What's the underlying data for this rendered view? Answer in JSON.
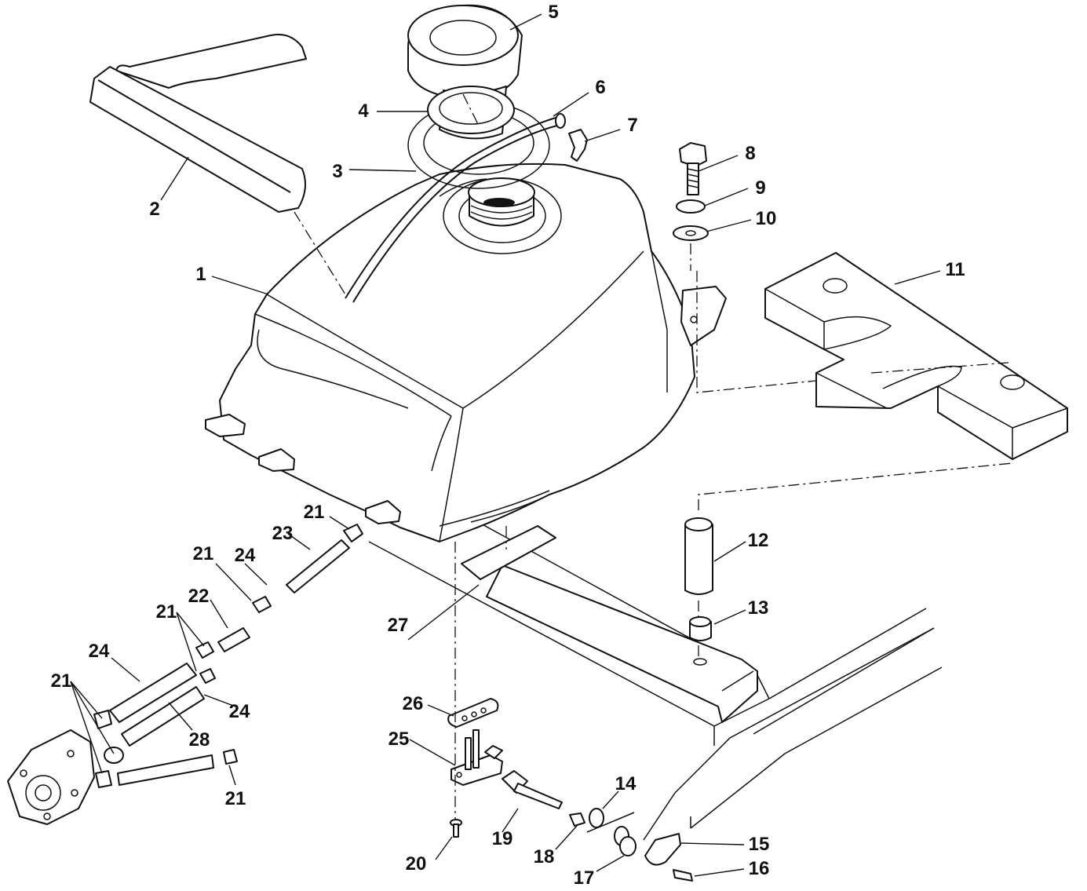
{
  "diagram": {
    "callouts": [
      {
        "id": "c1",
        "text": "1"
      },
      {
        "id": "c2",
        "text": "2"
      },
      {
        "id": "c3",
        "text": "3"
      },
      {
        "id": "c4",
        "text": "4"
      },
      {
        "id": "c5",
        "text": "5"
      },
      {
        "id": "c6",
        "text": "6"
      },
      {
        "id": "c7",
        "text": "7"
      },
      {
        "id": "c8",
        "text": "8"
      },
      {
        "id": "c9",
        "text": "9"
      },
      {
        "id": "c10",
        "text": "10"
      },
      {
        "id": "c11",
        "text": "11"
      },
      {
        "id": "c12",
        "text": "12"
      },
      {
        "id": "c13",
        "text": "13"
      },
      {
        "id": "c14",
        "text": "14"
      },
      {
        "id": "c15",
        "text": "15"
      },
      {
        "id": "c16",
        "text": "16"
      },
      {
        "id": "c17",
        "text": "17"
      },
      {
        "id": "c18",
        "text": "18"
      },
      {
        "id": "c19",
        "text": "19"
      },
      {
        "id": "c20",
        "text": "20"
      },
      {
        "id": "c21a",
        "text": "21"
      },
      {
        "id": "c21b",
        "text": "21"
      },
      {
        "id": "c21c",
        "text": "21"
      },
      {
        "id": "c21d",
        "text": "21"
      },
      {
        "id": "c21e",
        "text": "21"
      },
      {
        "id": "c22",
        "text": "22"
      },
      {
        "id": "c23",
        "text": "23"
      },
      {
        "id": "c24a",
        "text": "24"
      },
      {
        "id": "c24b",
        "text": "24"
      },
      {
        "id": "c24c",
        "text": "24"
      },
      {
        "id": "c25",
        "text": "25"
      },
      {
        "id": "c26",
        "text": "26"
      },
      {
        "id": "c27",
        "text": "27"
      },
      {
        "id": "c28",
        "text": "28"
      }
    ]
  }
}
